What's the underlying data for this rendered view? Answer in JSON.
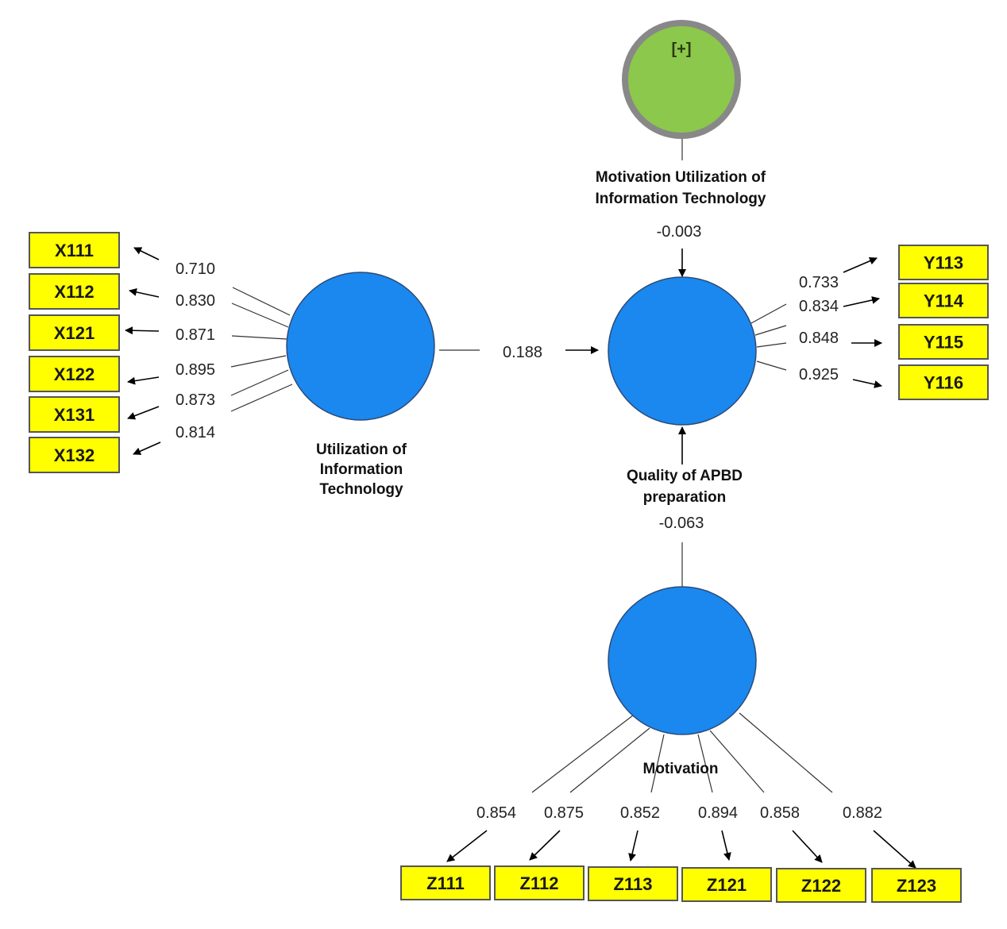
{
  "constructs": {
    "utilization": {
      "label_lines": [
        "Utilization of",
        "Information",
        "Technology"
      ],
      "color": "#1a88ee"
    },
    "quality": {
      "label_lines": [
        "Quality of APBD",
        "preparation"
      ],
      "color": "#1a88ee"
    },
    "motivation": {
      "label_lines": [
        "Motivation"
      ],
      "color": "#1a88ee"
    },
    "moderation": {
      "label_lines": [
        "Motivation Utilization of",
        "Information Technology"
      ],
      "symbol": "[+]",
      "color": "#8cc84b"
    }
  },
  "indicators": {
    "x": [
      {
        "name": "X111",
        "loading": "0.710"
      },
      {
        "name": "X112",
        "loading": "0.830"
      },
      {
        "name": "X121",
        "loading": "0.871"
      },
      {
        "name": "X122",
        "loading": "0.895"
      },
      {
        "name": "X131",
        "loading": "0.873"
      },
      {
        "name": "X132",
        "loading": "0.814"
      }
    ],
    "y": [
      {
        "name": "Y113",
        "loading": "0.733"
      },
      {
        "name": "Y114",
        "loading": "0.834"
      },
      {
        "name": "Y115",
        "loading": "0.848"
      },
      {
        "name": "Y116",
        "loading": "0.925"
      }
    ],
    "z": [
      {
        "name": "Z111",
        "loading": "0.854"
      },
      {
        "name": "Z112",
        "loading": "0.875"
      },
      {
        "name": "Z113",
        "loading": "0.852"
      },
      {
        "name": "Z121",
        "loading": "0.894"
      },
      {
        "name": "Z122",
        "loading": "0.858"
      },
      {
        "name": "Z123",
        "loading": "0.882"
      }
    ]
  },
  "paths": {
    "utilization_to_quality": "0.188",
    "moderation_to_quality": "-0.003",
    "motivation_to_quality": "-0.063"
  },
  "colors": {
    "indicator_fill": "#ffff00",
    "indicator_border": "#555555"
  }
}
